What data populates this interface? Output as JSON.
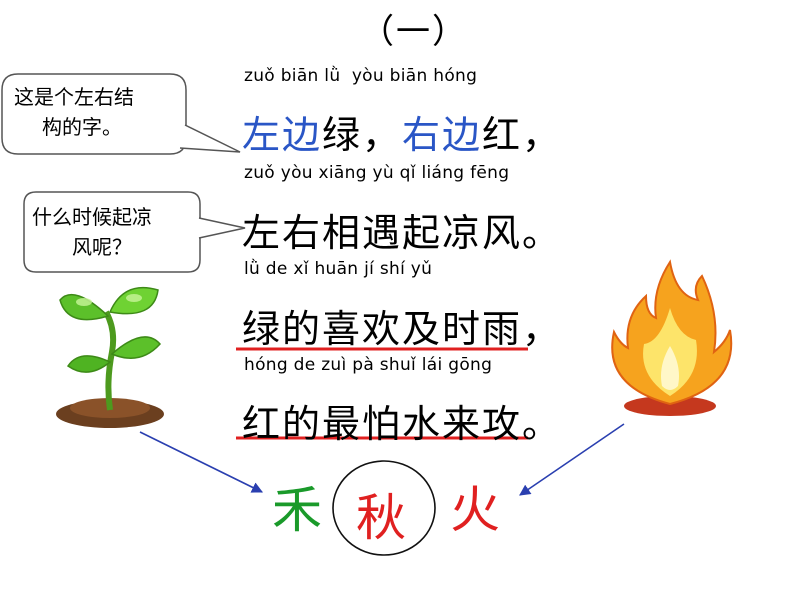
{
  "title": "（一）",
  "bubbles": {
    "b1_line1": "这是个左右结",
    "b1_line2": "构的字。",
    "b2_line1": "什么时候起凉",
    "b2_line2": "风呢？"
  },
  "poem": {
    "pinyin1": "zuǒ biān lǜ  yòu biān hóng",
    "line1": {
      "a": "左边",
      "b": "绿，",
      "c": "右边",
      "d": "红，"
    },
    "pinyin2": "zuǒ yòu xiāng yù qǐ liáng fēng",
    "line2": "左右相遇起凉风。",
    "pinyin3": "lǜ de xǐ huān jí shí yǔ",
    "line3": "绿的喜欢及时雨，",
    "pinyin4": "hóng de zuì pà shuǐ lái gōng",
    "line4": "红的最怕水来攻。"
  },
  "characters": {
    "he": "禾",
    "qiu": "秋",
    "huo": "火"
  },
  "colors": {
    "blue": "#2a56c6",
    "red": "#e02020",
    "green": "#1a9a2a",
    "arrow": "#2a3fb0"
  },
  "icons": [
    "plant-sprout-icon",
    "campfire-icon"
  ]
}
